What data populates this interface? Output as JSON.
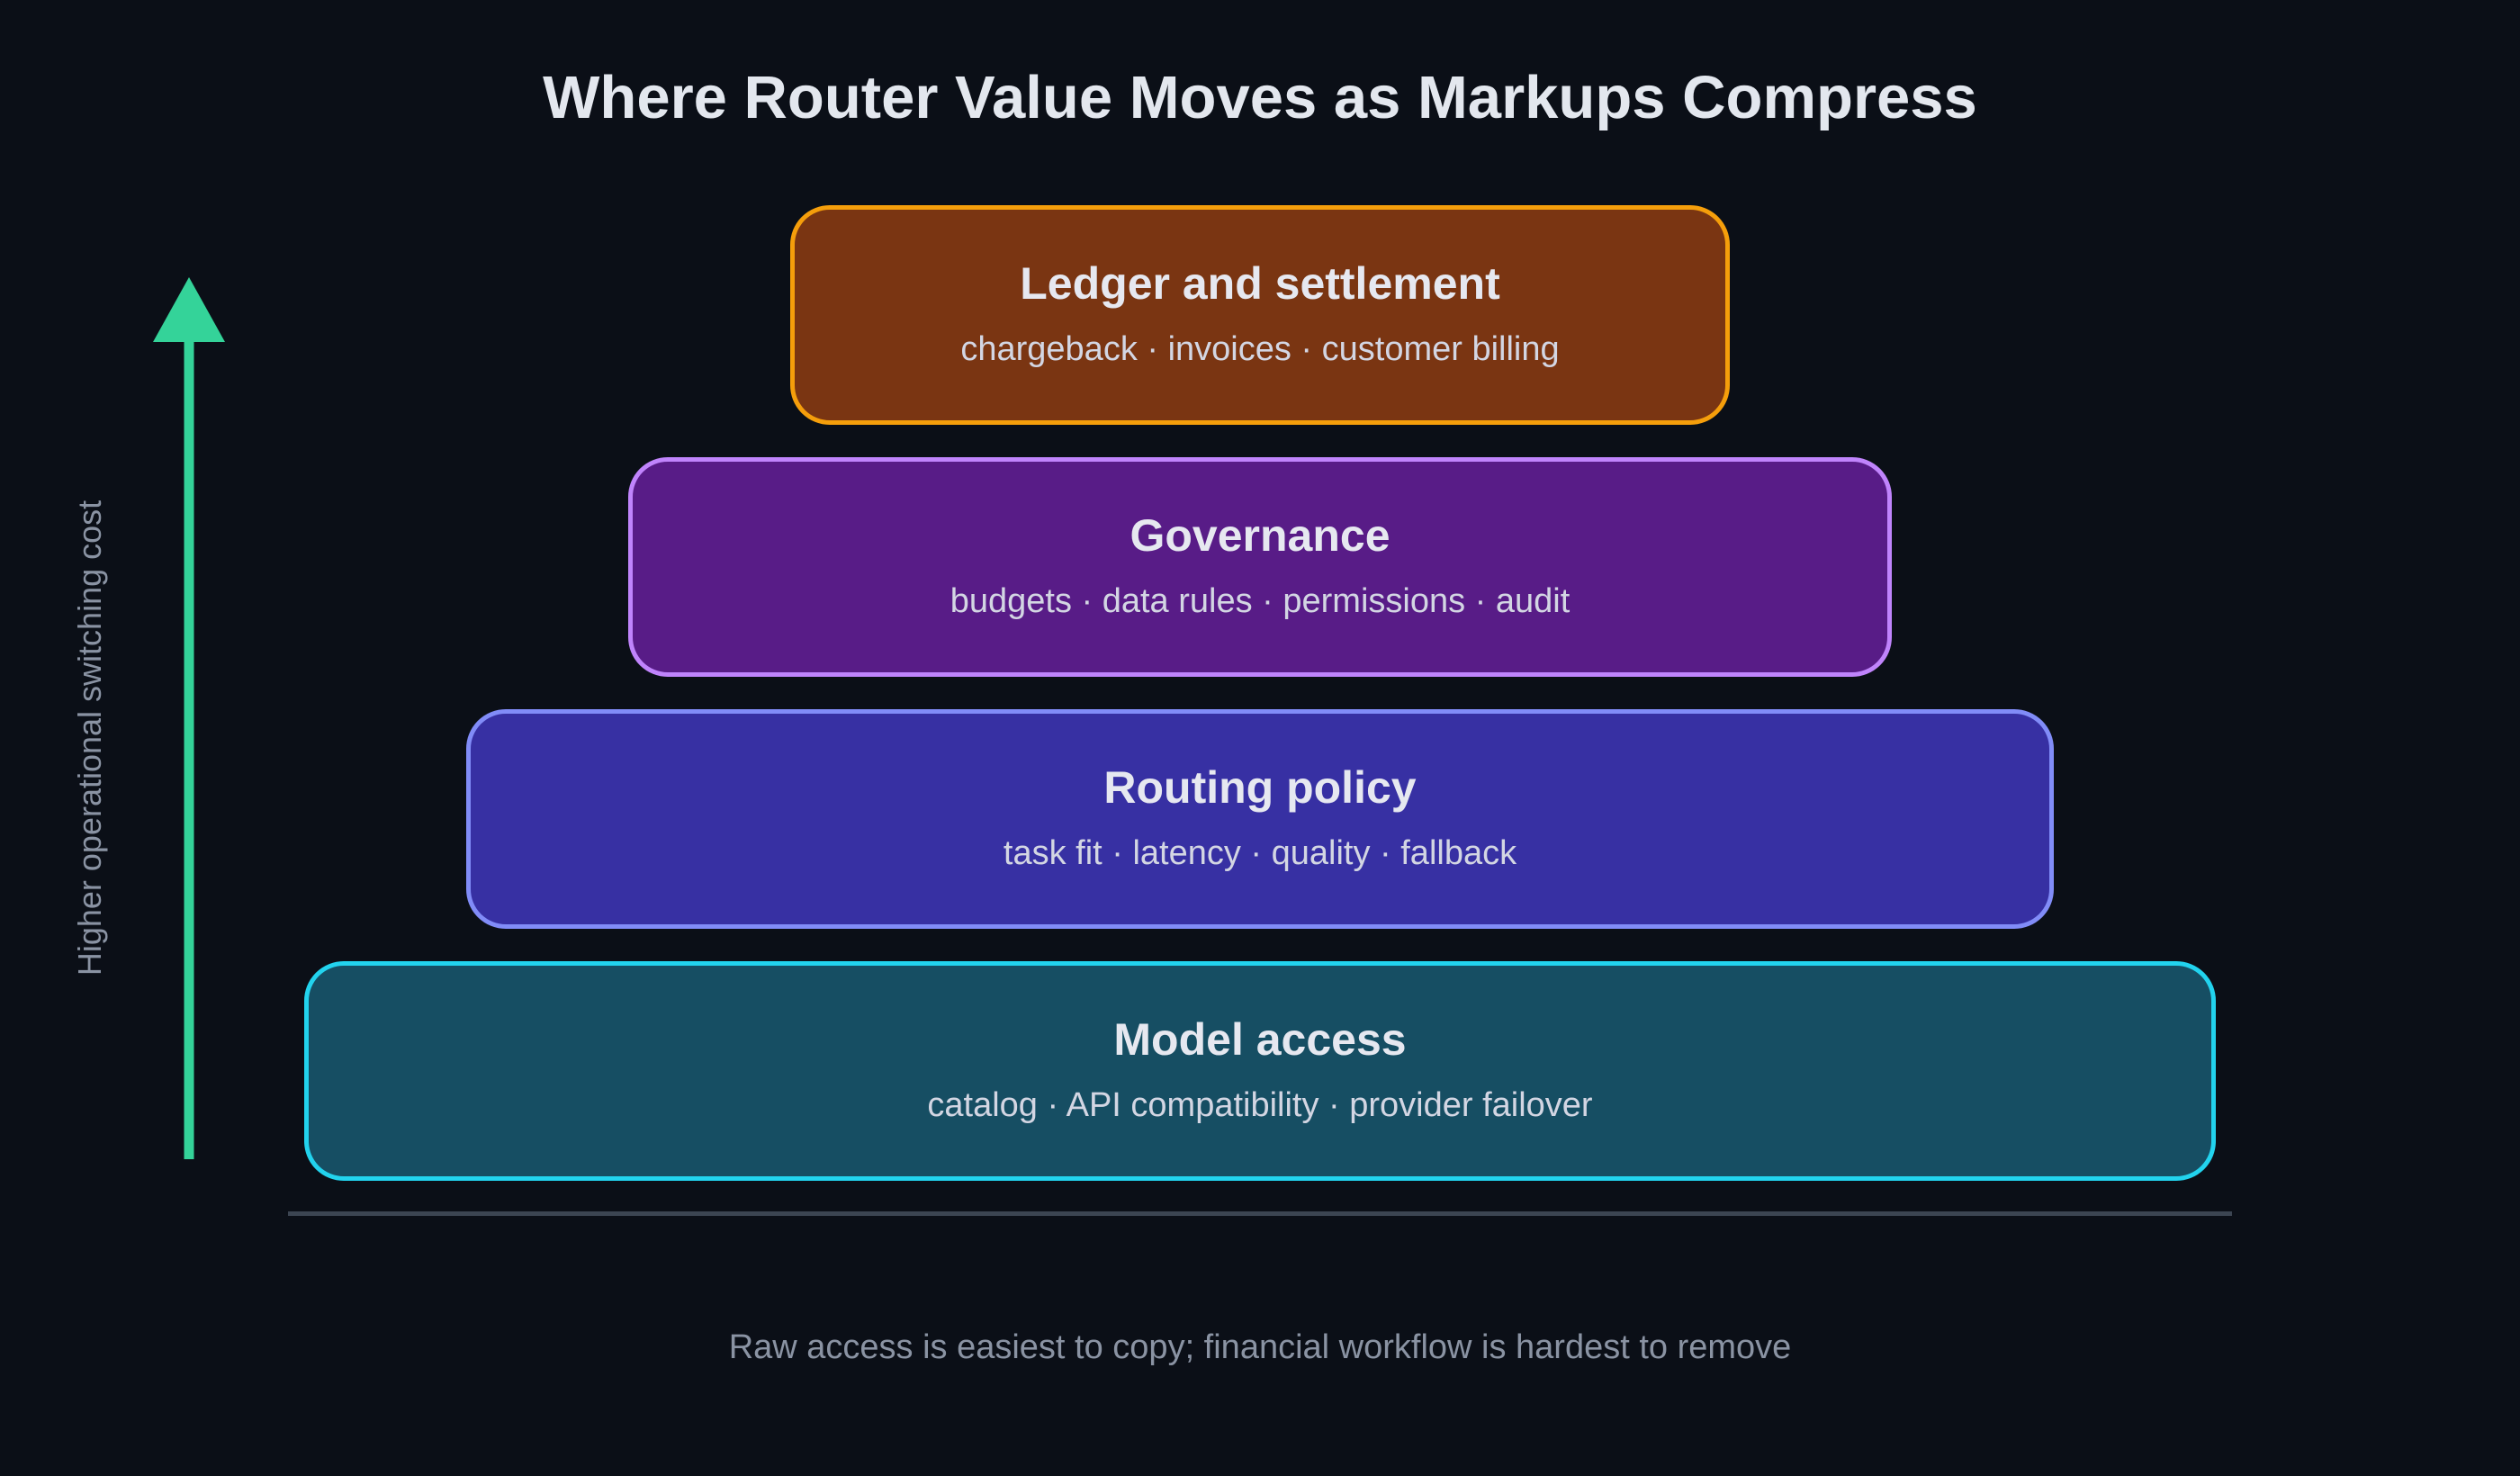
{
  "title": "Where Router Value Moves as Markups Compress",
  "axis_label": "Higher operational switching cost",
  "caption": "Raw access is easiest to copy; financial workflow is hardest to remove",
  "layers": [
    {
      "name": "Ledger and settlement",
      "items": "chargeback · invoices · customer billing",
      "fill": "#7a3512",
      "border": "#f59e0b"
    },
    {
      "name": "Governance",
      "items": "budgets · data rules · permissions · audit",
      "fill": "#581c87",
      "border": "#c084fc"
    },
    {
      "name": "Routing policy",
      "items": "task fit · latency · quality · fallback",
      "fill": "#3730a3",
      "border": "#818cf8"
    },
    {
      "name": "Model access",
      "items": "catalog · API compatibility · provider failover",
      "fill": "#164e63",
      "border": "#22d3ee"
    }
  ],
  "colors": {
    "background": "#0b0f17",
    "arrow": "#34d399",
    "baseline": "#3c4552"
  }
}
